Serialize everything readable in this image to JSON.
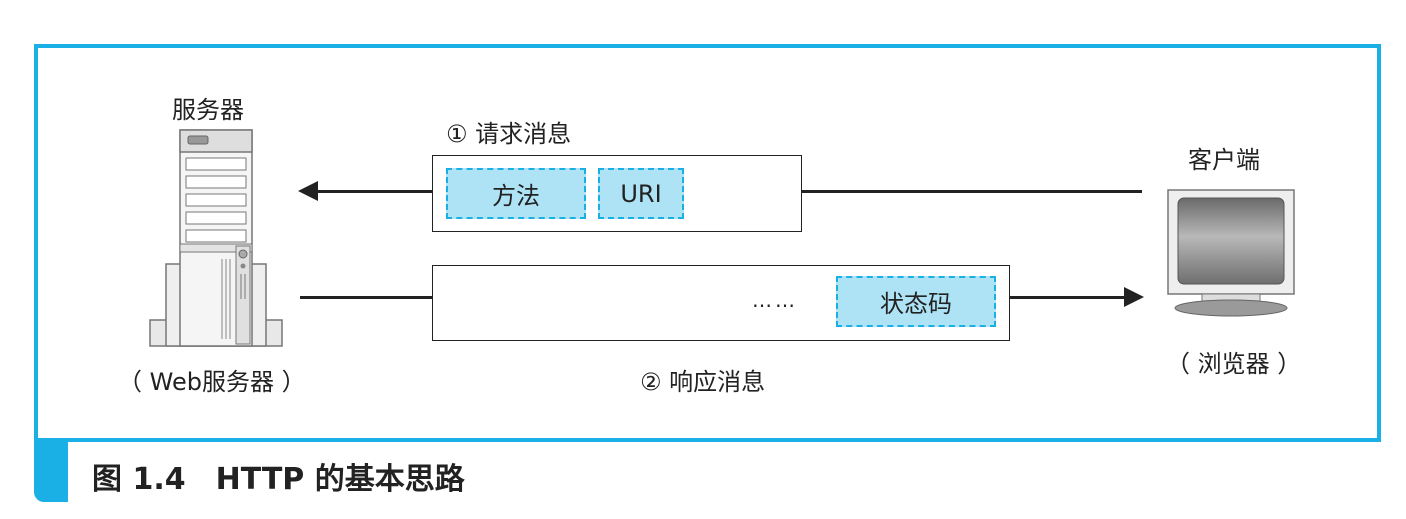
{
  "server": {
    "title": "服务器",
    "subtitle": "（ Web服务器 ）"
  },
  "client": {
    "title": "客户端",
    "subtitle": "（ 浏览器 ）"
  },
  "request": {
    "label": "① 请求消息",
    "fields": [
      "方法",
      "URI"
    ]
  },
  "response": {
    "label": "② 响应消息",
    "dots": "……",
    "field": "状态码"
  },
  "caption": {
    "text": "图 1.4　HTTP 的基本思路"
  },
  "colors": {
    "accent": "#1ab0e6",
    "field_fill": "#aee3f6",
    "line": "#222222"
  }
}
